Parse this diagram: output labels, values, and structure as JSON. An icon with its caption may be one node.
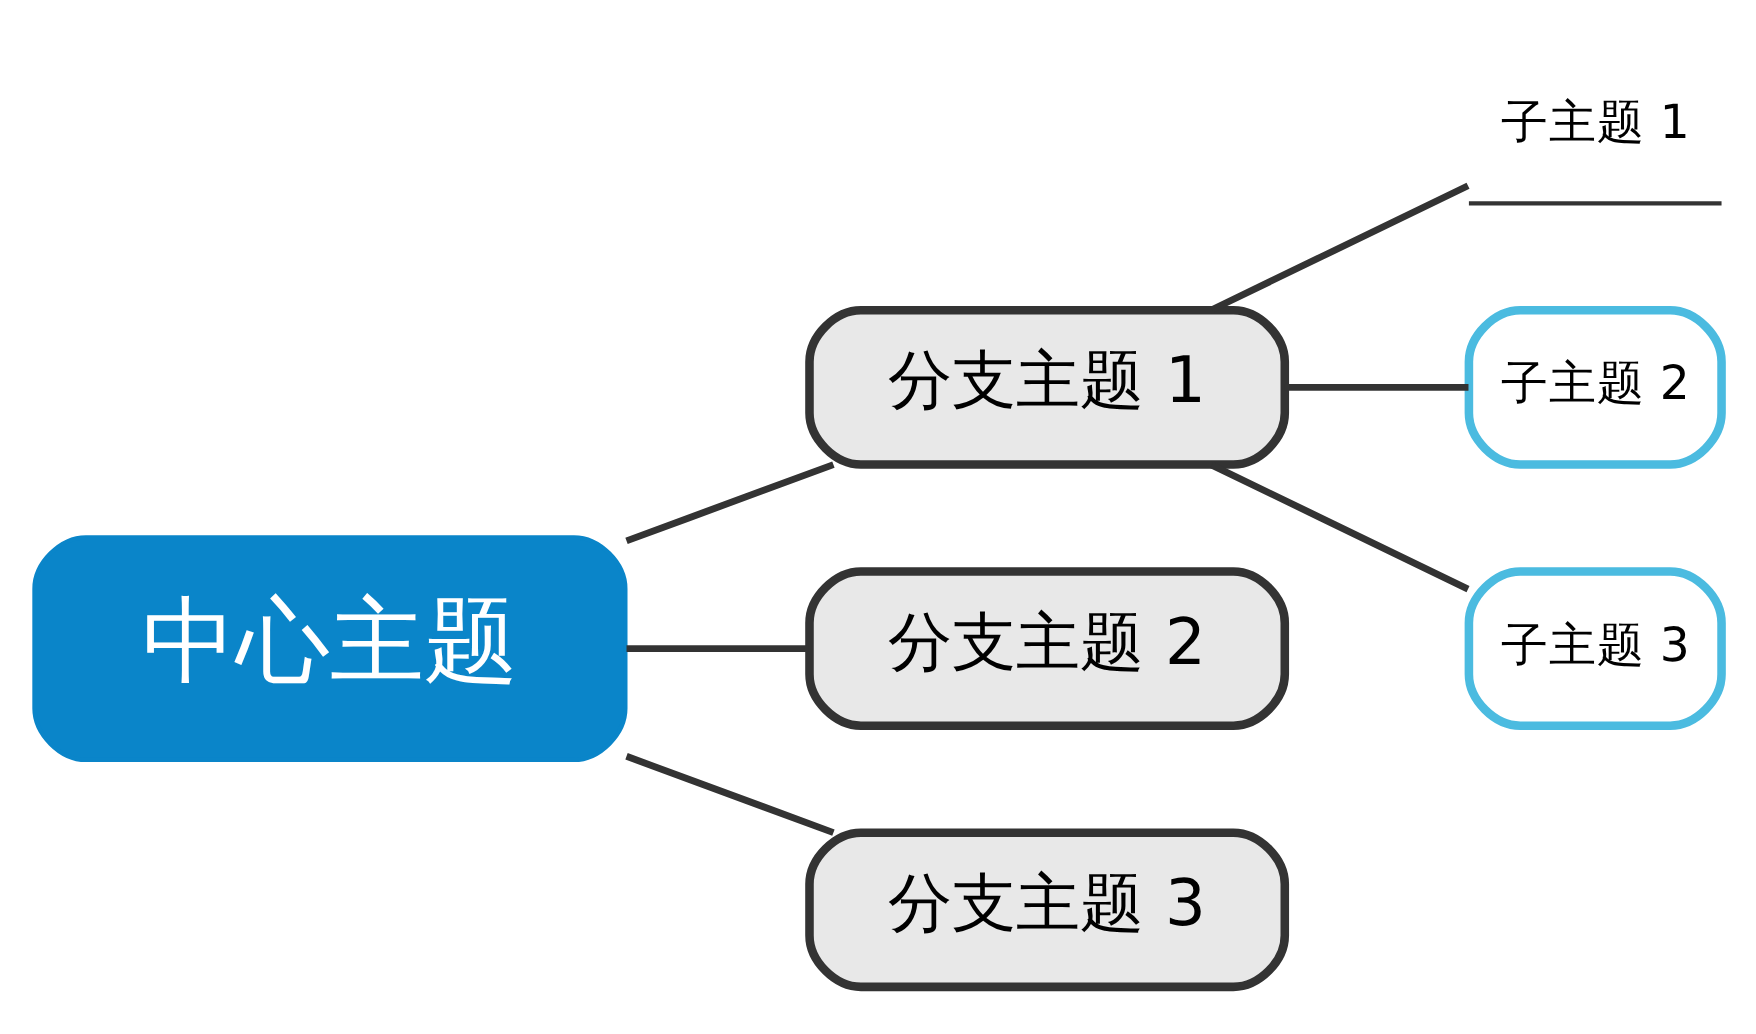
{
  "diagram": {
    "nodes": [
      {
        "text": [
          "中心主题"
        ]
      },
      {
        "text": [
          "分支主题 1"
        ]
      },
      {
        "text": [
          "分支主题 2"
        ]
      },
      {
        "text": [
          "分支主题 3"
        ]
      },
      {
        "text": [
          "子主题 1"
        ]
      },
      {
        "text": [
          "子主题 2"
        ]
      },
      {
        "text": [
          "子主题 3"
        ]
      }
    ],
    "edges": [
      {
        "from": 0,
        "to": 1,
        "arrow": "none"
      },
      {
        "from": 0,
        "to": 2,
        "arrow": "none"
      },
      {
        "from": 0,
        "to": 3,
        "arrow": "none"
      },
      {
        "from": 1,
        "to": 4,
        "arrow": "none"
      },
      {
        "from": 1,
        "to": 5,
        "arrow": "none"
      },
      {
        "from": 1,
        "to": 6,
        "arrow": "none"
      }
    ]
  }
}
